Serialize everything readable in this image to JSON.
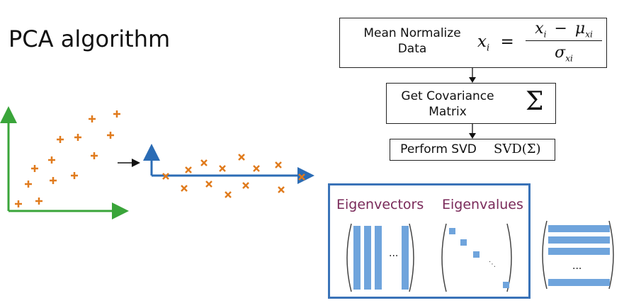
{
  "title": "PCA algorithm",
  "steps": {
    "mean_normalize": {
      "label_line1": "Mean Normalize",
      "label_line2": "Data",
      "formula_lhs": "x",
      "formula_sub": "i",
      "formula_eq": "=",
      "formula_num": "x",
      "formula_num_sub": "i",
      "formula_minus": "−",
      "formula_mu": "μ",
      "formula_mu_sub": "xi",
      "formula_den": "σ",
      "formula_den_sub": "xi"
    },
    "covariance": {
      "label_line1": "Get Covariance",
      "label_line2": "Matrix",
      "symbol": "Σ"
    },
    "svd": {
      "label": "Perform SVD",
      "formula": "SVD(Σ)"
    }
  },
  "panel": {
    "eigenvectors_label": "Eigenvectors",
    "eigenvalues_label": "Eigenvalues",
    "ellipsis_h": "...",
    "ellipsis_d": "⋱",
    "third_ellipsis": "..."
  },
  "colors": {
    "original_axes": "#3aa53a",
    "projected_axes": "#2b6cb5",
    "points": "#e07b1d",
    "panel_border": "#3a73b8",
    "matrix_blocks": "#6fa4dc",
    "panel_labels": "#7a2a5a"
  },
  "icons": {
    "original_point": "plus",
    "projected_point": "cross",
    "transform_arrow": "right-arrow",
    "flow_arrow": "down-arrow"
  }
}
